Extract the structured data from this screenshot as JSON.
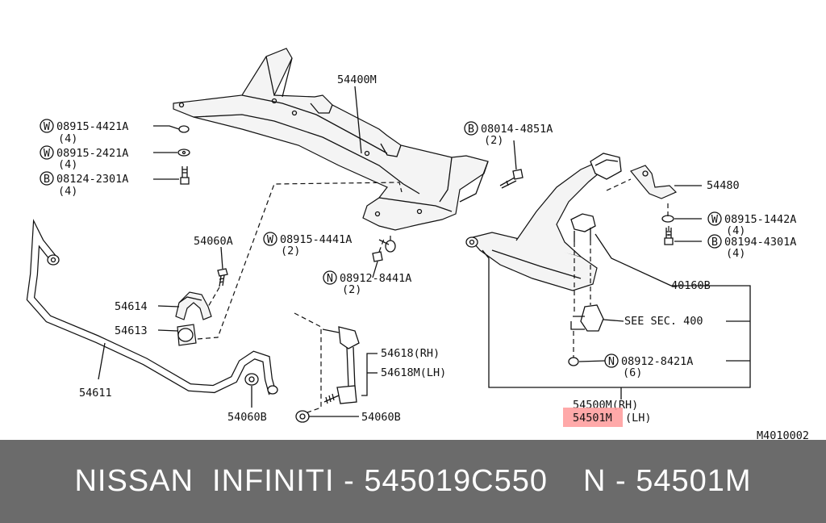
{
  "diagram": {
    "labels": {
      "p54400m": "54400M",
      "w08915_4421a": "08915-4421A",
      "w08915_4421a_qty": "(4)",
      "w08915_2421a": "08915-2421A",
      "w08915_2421a_qty": "(4)",
      "b08124_2301a": "08124-2301A",
      "b08124_2301a_qty": "(4)",
      "b08014_4851a": "08014-4851A",
      "b08014_4851a_qty": "(2)",
      "p54480": "54480",
      "w08915_1442a": "08915-1442A",
      "w08915_1442a_qty": "(4)",
      "b08194_4301a": "08194-4301A",
      "b08194_4301a_qty": "(4)",
      "p54060a": "54060A",
      "w08915_4441a": "08915-4441A",
      "w08915_4441a_qty": "(2)",
      "n08912_8441a": "08912-8441A",
      "n08912_8441a_qty": "(2)",
      "p40160b": "40160B",
      "p54614": "54614",
      "p54613": "54613",
      "see_sec": "SEE SEC. 400",
      "p54618_rh": "54618(RH)",
      "p54618m_lh": "54618M(LH)",
      "n08912_8421a": "08912-8421A",
      "n08912_8421a_qty": "(6)",
      "p54611": "54611",
      "p54060b_a": "54060B",
      "p54060b_b": "54060B",
      "p54500m_rh": "54500M(RH)",
      "p54501m": "54501M",
      "p54501m_lh": "(LH)",
      "diagram_code": "M4010002"
    },
    "markers": {
      "washer": "W",
      "bolt": "B",
      "nut": "N"
    }
  },
  "footer": {
    "brand": "NISSAN  INFINITI - 545019C550",
    "partnum": "N - 54501M"
  },
  "colors": {
    "highlight": "#ff9a9a",
    "footer_bg": "#6b6b6b",
    "footer_text": "#ffffff"
  }
}
